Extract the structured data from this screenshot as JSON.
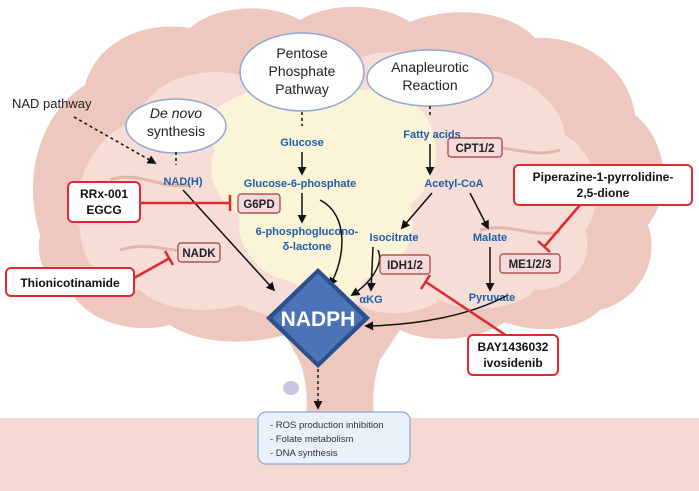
{
  "sources": {
    "nad_pathway": "NAD pathway",
    "de_novo_line1": "De novo",
    "de_novo_line2": "synthesis",
    "ppp_line1": "Pentose",
    "ppp_line2": "Phosphate",
    "ppp_line3": "Pathway",
    "anaplerotic_line1": "Anapleurotic",
    "anaplerotic_line2": "Reaction"
  },
  "metabolites": {
    "nadh": "NAD(H)",
    "glucose": "Glucose",
    "g6p": "Glucose-6-phosphate",
    "pgl_line1": "6-phosphoglucono-",
    "pgl_line2": "δ-lactone",
    "fatty_acids": "Fatty acids",
    "acetyl_coa": "Acetyl-CoA",
    "isocitrate": "Isocitrate",
    "akg": "αKG",
    "malate": "Malate",
    "pyruvate": "Pyruvate"
  },
  "enzymes": {
    "g6pd": "G6PD",
    "nadk": "NADK",
    "cpt": "CPT1/2",
    "idh": "IDH1/2",
    "me": "ME1/2/3"
  },
  "inhibitors": {
    "rrx_line1": "RRx-001",
    "rrx_line2": "EGCG",
    "thionicotinamide": "Thionicotinamide",
    "piperazine_line1": "Piperazine-1-pyrrolidine-",
    "piperazine_line2": "2,5-dione",
    "bay_line1": "BAY1436032",
    "bay_line2": "ivosidenib"
  },
  "center": {
    "nadph": "NADPH"
  },
  "outcomes": [
    "- ROS production inhibition",
    "- Folate metabolism",
    "- DNA synthesis"
  ],
  "colors": {
    "brain_outer": "#eec7bf",
    "brain_inner": "#f6ddd6",
    "lobe": "#fbf4d6",
    "nadph_fill": "#4a73b8",
    "metabolite_text": "#1f5fa8",
    "inhibitor_red": "#e0282e",
    "enzyme_fill": "#f4dada",
    "enzyme_border": "#a33a3a",
    "outcome_fill": "#e9f1fb",
    "oval_border": "#8fa9d4"
  }
}
